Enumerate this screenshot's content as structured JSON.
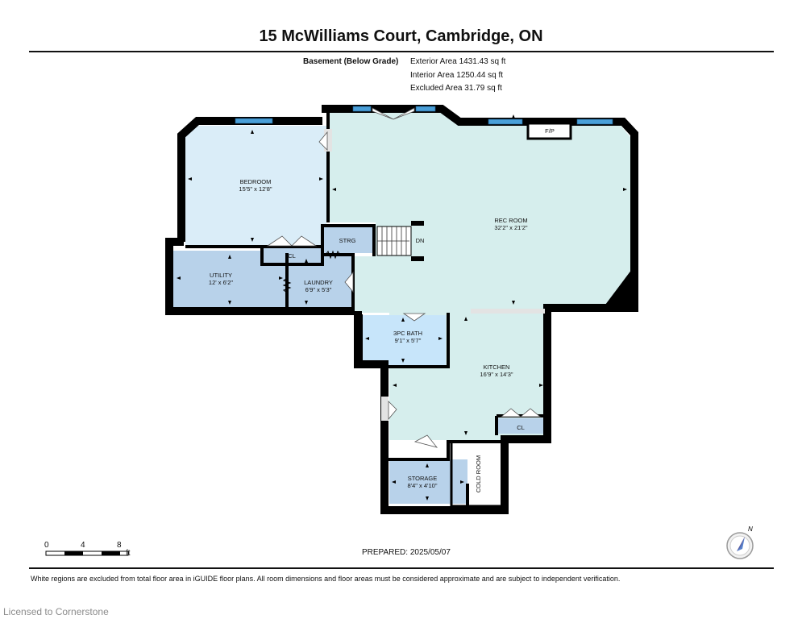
{
  "header": {
    "title": "15 McWilliams Court, Cambridge, ON"
  },
  "level": {
    "name": "Basement (Below Grade)",
    "exterior_area": "Exterior Area 1431.43 sq ft",
    "interior_area": "Interior Area 1250.44 sq ft",
    "excluded_area": "Excluded Area 31.79 sq ft"
  },
  "rooms": {
    "bedroom": {
      "name": "BEDROOM",
      "dims": "15'5\" x 12'8\""
    },
    "rec_room": {
      "name": "REC ROOM",
      "dims": "32'2\" x 21'2\""
    },
    "strg": {
      "name": "STRG"
    },
    "cl_bedroom": {
      "name": "CL"
    },
    "utility": {
      "name": "UTILITY",
      "dims": "12' x 6'2\""
    },
    "laundry": {
      "name": "LAUNDRY",
      "dims": "6'9\" x 5'3\""
    },
    "bath": {
      "name": "3PC BATH",
      "dims": "9'1\" x 5'7\""
    },
    "kitchen": {
      "name": "KITCHEN",
      "dims": "16'9\" x 14'3\""
    },
    "cl_kitchen": {
      "name": "CL"
    },
    "storage": {
      "name": "STORAGE",
      "dims": "8'4\" x 4'10\""
    },
    "cold_room": {
      "name": "COLD ROOM"
    },
    "fireplace": {
      "name": "F/P"
    },
    "stairs": {
      "name": "DN"
    }
  },
  "scale": {
    "ticks": [
      "0",
      "4",
      "8"
    ],
    "unit": "ft"
  },
  "compass": {
    "label": "N"
  },
  "footer": {
    "prepared": "PREPARED: 2025/05/07",
    "disclaimer": "White regions are excluded from total floor area in iGUIDE floor plans. All room dimensions and floor areas must be considered approximate and are subject to independent verification.",
    "license": "Licensed to Cornerstone"
  },
  "colors": {
    "rec_floor": "#d6eeed",
    "bedroom_floor": "#daedf8",
    "utility_floor": "#b8d2ea",
    "bath_floor": "#c7e5fa",
    "wall": "#000000",
    "window": "#4a9fd8"
  }
}
